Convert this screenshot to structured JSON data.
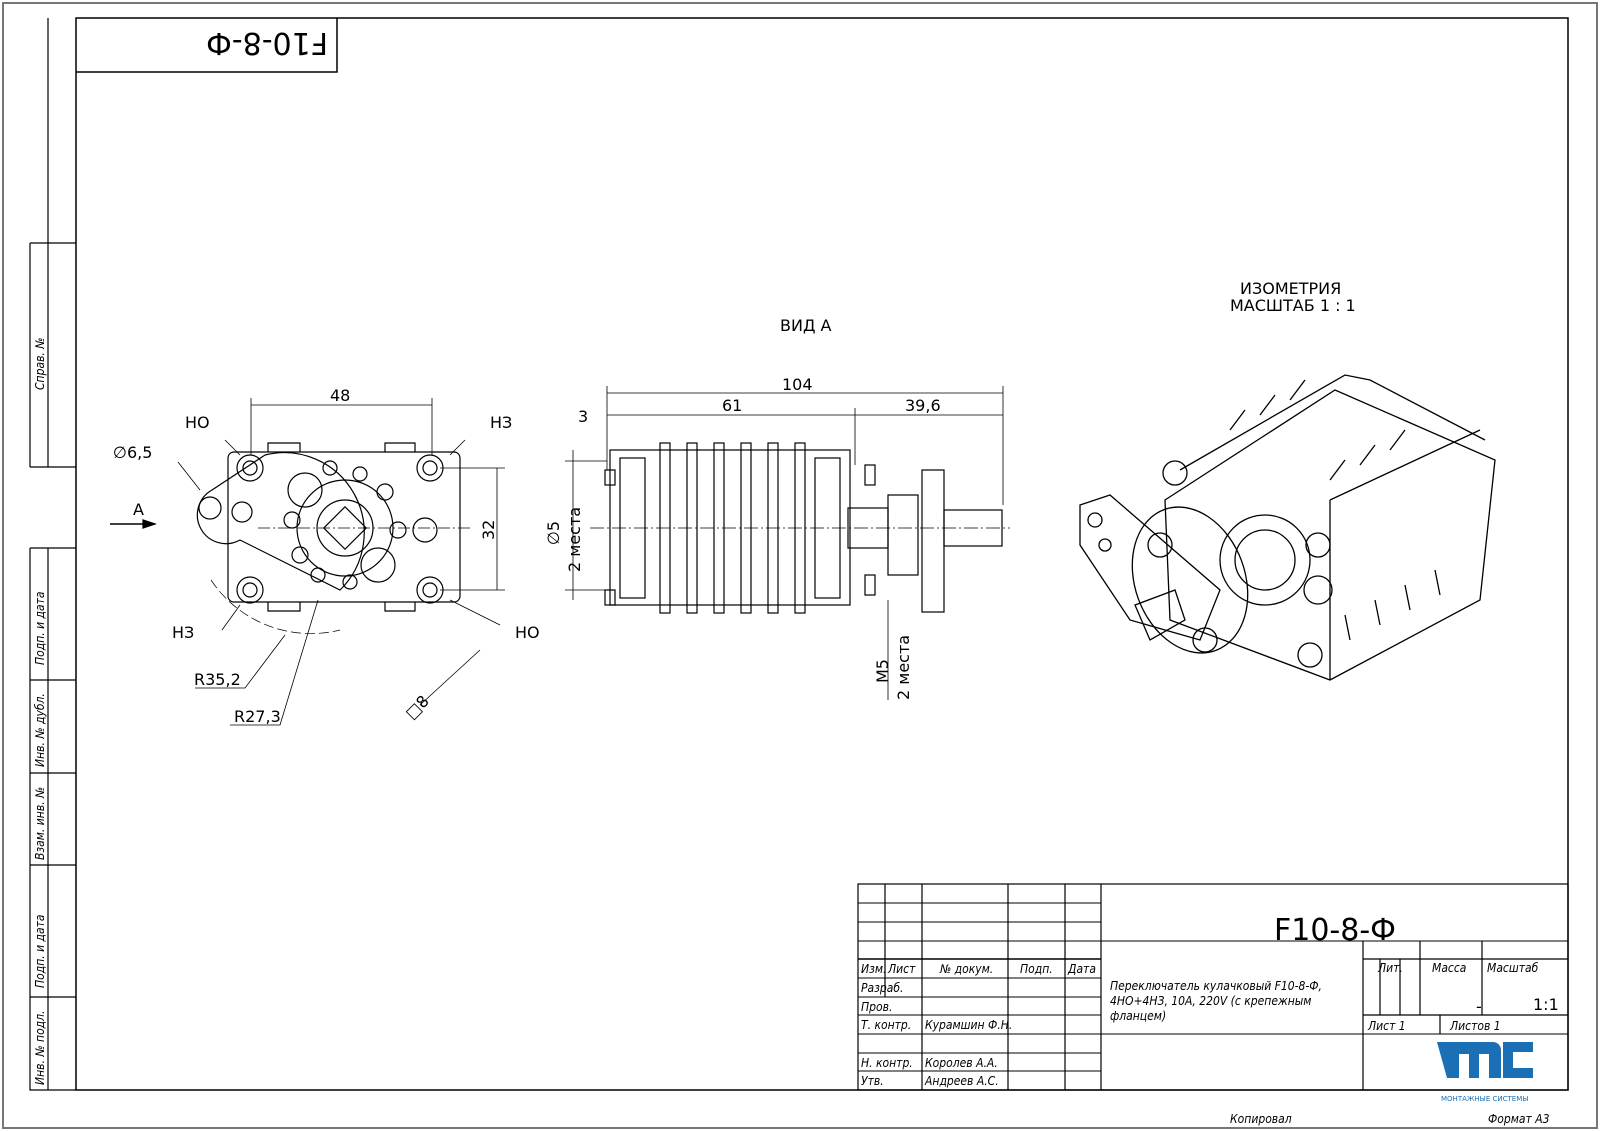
{
  "sheet_code": "F10-8-Ф",
  "side_column": [
    "Справ. №",
    "Подп. и дата",
    "Инв. № дубл.",
    "Взам. инв. №",
    "Подп. и дата",
    "Инв. № подл."
  ],
  "views": {
    "view_a_title": "ВИД А",
    "iso_title_1": "ИЗОМЕТРИЯ",
    "iso_title_2": "МАСШТАБ 1 : 1",
    "arrow_label": "A"
  },
  "front_dims": {
    "width": "48",
    "height": "32",
    "hole": "∅6,5",
    "r1": "R35,2",
    "r2": "R27,3",
    "square": "□8",
    "no_top": "НО",
    "nz_top": "НЗ",
    "nz_bottom": "НЗ",
    "no_bottom": "НО"
  },
  "side_dims": {
    "total": "104",
    "d3": "3",
    "d61": "61",
    "d39": "39,6",
    "d5": "∅5",
    "places1": "2 места",
    "m5": "M5",
    "places2": "2 места"
  },
  "title_block": {
    "designation": "F10-8-Ф",
    "headers": [
      "Изм.",
      "Лист",
      "№ докум.",
      "Подп.",
      "Дата"
    ],
    "roles": [
      {
        "role": "Разраб.",
        "name": ""
      },
      {
        "role": "Пров.",
        "name": ""
      },
      {
        "role": "Т. контр.",
        "name": "Курамшин Ф.Н."
      },
      {
        "role": "",
        "name": ""
      },
      {
        "role": "Н. контр.",
        "name": "Королев А.А."
      },
      {
        "role": "Утв.",
        "name": "Андреев А.С."
      }
    ],
    "description": [
      "Переключатель кулачковый F10-8-Ф,",
      "4НО+4НЗ, 10А, 220V (с крепежным",
      "фланцем)"
    ],
    "lit_label": "Лит.",
    "mass_label": "Масса",
    "scale_label": "Масштаб",
    "mass": "-",
    "scale": "1:1",
    "sheet": "Лист 1",
    "sheets": "Листов 1",
    "logo_text": "МОНТАЖНЫЕ СИСТЕМЫ",
    "logo_letters": "mc",
    "copied": "Копировал",
    "format": "Формат А3"
  },
  "colors": {
    "logo": "#1a6fb5",
    "line": "#000000"
  }
}
